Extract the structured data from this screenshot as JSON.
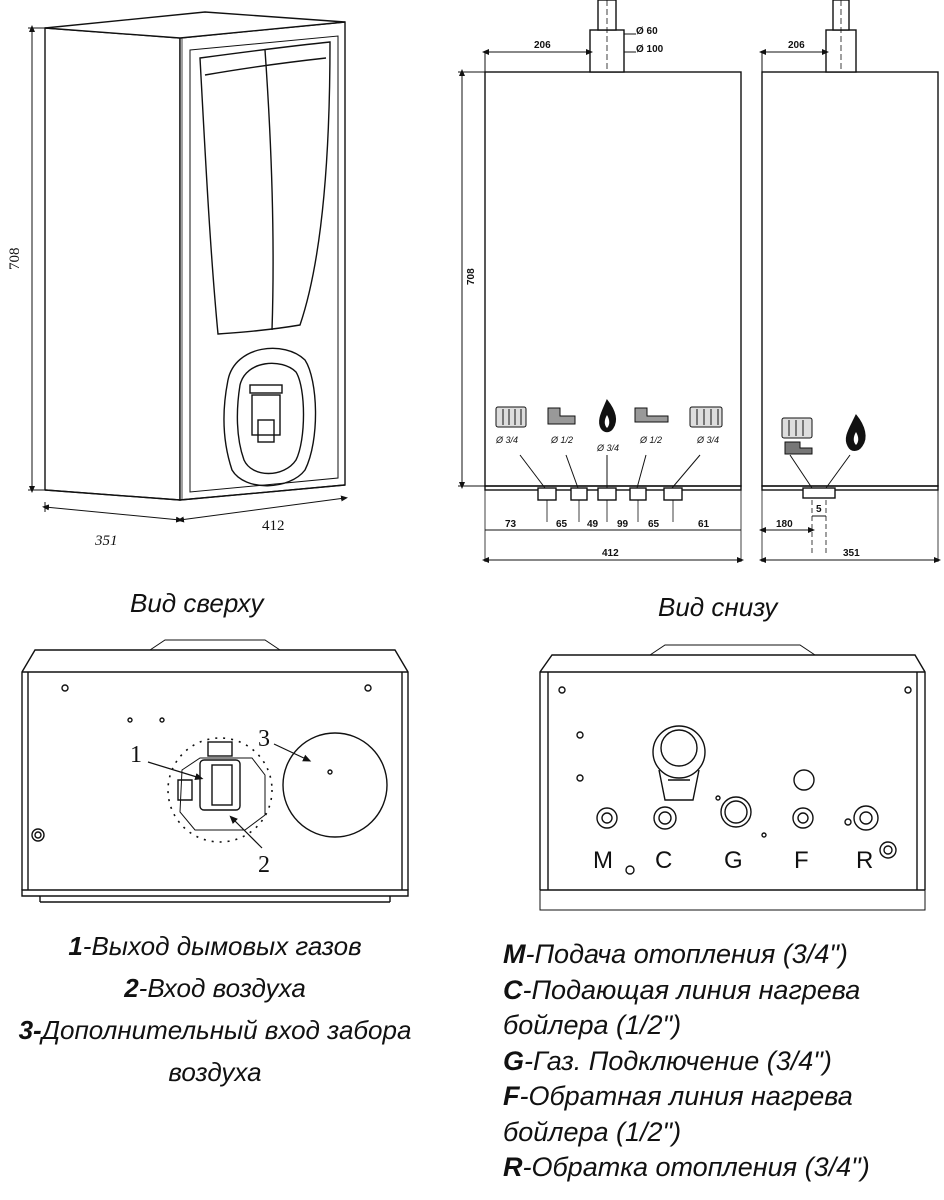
{
  "front_view": {
    "height_dim": "708",
    "depth_dim": "351",
    "width_dim": "412"
  },
  "front_side_views": {
    "flue_diameter_inner": "Ø 60",
    "flue_diameter_outer": "Ø 100",
    "flue_offset_front": "206",
    "flue_offset_side": "206",
    "height_dim": "708",
    "connections": [
      {
        "size": "Ø 3/4"
      },
      {
        "size": "Ø 1/2"
      },
      {
        "size": "Ø 3/4"
      },
      {
        "size": "Ø 1/2"
      },
      {
        "size": "Ø 3/4"
      }
    ],
    "spacing_dims": [
      "73",
      "65",
      "49",
      "99",
      "65",
      "61"
    ],
    "width_dim": "412",
    "side_offset_dim": "180",
    "side_small_dim": "5",
    "side_depth_dim": "351"
  },
  "captions": {
    "top_view": "Вид сверху",
    "bottom_view": "Вид снизу"
  },
  "top_view_labels": {
    "n1": "1",
    "n2": "2",
    "n3": "3"
  },
  "bottom_view_labels": {
    "m": "M",
    "c": "C",
    "g": "G",
    "f": "F",
    "r": "R"
  },
  "legend_left": [
    {
      "key": "1",
      "text": "-Выход дымовых газов"
    },
    {
      "key": "2",
      "text": "-Вход воздуха"
    },
    {
      "key": "3-",
      "text": "Дополнительный вход забора воздуха"
    }
  ],
  "legend_right": [
    {
      "key": "M",
      "text": "-Подача отопления (3/4\")"
    },
    {
      "key": "C",
      "text": "-Подающая линия нагрева бойлера (1/2\")"
    },
    {
      "key": "G",
      "text": "-Газ. Подключение (3/4\")"
    },
    {
      "key": "F",
      "text": "-Обратная линия нагрева бойлера (1/2\")"
    },
    {
      "key": "R",
      "text": "-Обратка отопления (3/4\")"
    }
  ]
}
